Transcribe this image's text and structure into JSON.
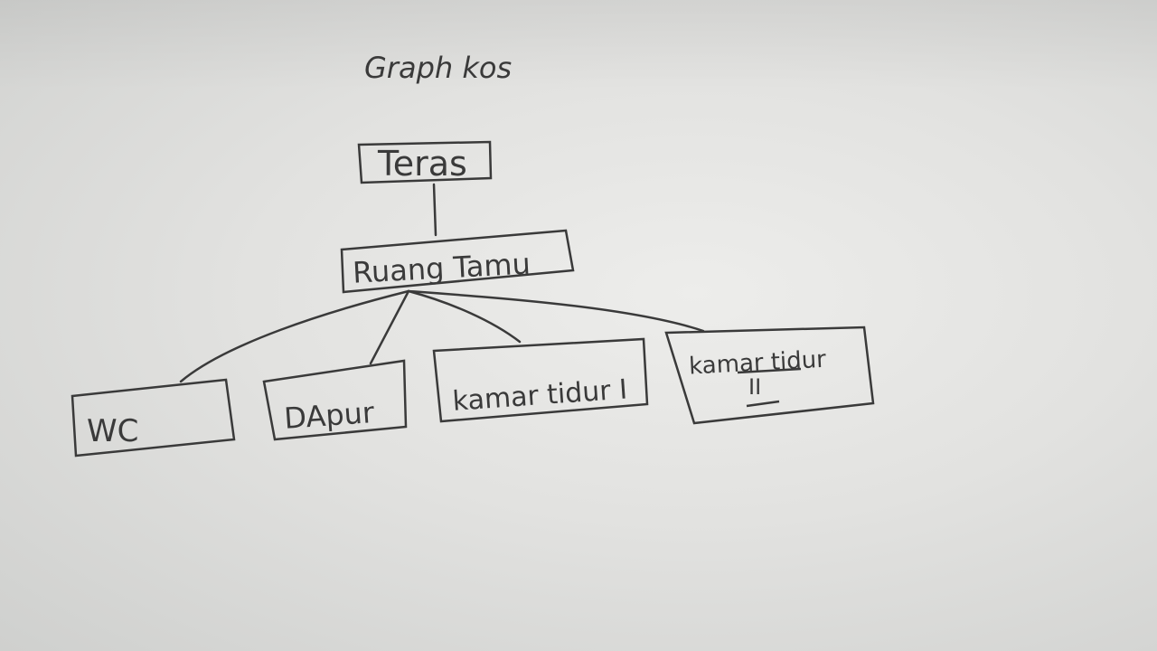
{
  "title": "Graph kos",
  "nodes": [
    {
      "id": "teras",
      "label": "Teras"
    },
    {
      "id": "ruang-tamu",
      "label": "Ruang Tamu"
    },
    {
      "id": "wc",
      "label": "WC"
    },
    {
      "id": "dapur",
      "label": "DApur"
    },
    {
      "id": "kamar-tidur-1",
      "label": "kamar tidur I"
    },
    {
      "id": "kamar-tidur-2",
      "label": "kamar tidur",
      "sublabel": "II"
    }
  ],
  "edges": [
    {
      "from": "teras",
      "to": "ruang-tamu"
    },
    {
      "from": "ruang-tamu",
      "to": "wc"
    },
    {
      "from": "ruang-tamu",
      "to": "dapur"
    },
    {
      "from": "ruang-tamu",
      "to": "kamar-tidur-1"
    },
    {
      "from": "ruang-tamu",
      "to": "kamar-tidur-2"
    }
  ],
  "colors": {
    "ink": "#3a3a3a",
    "paper": "#e4e4e2"
  }
}
